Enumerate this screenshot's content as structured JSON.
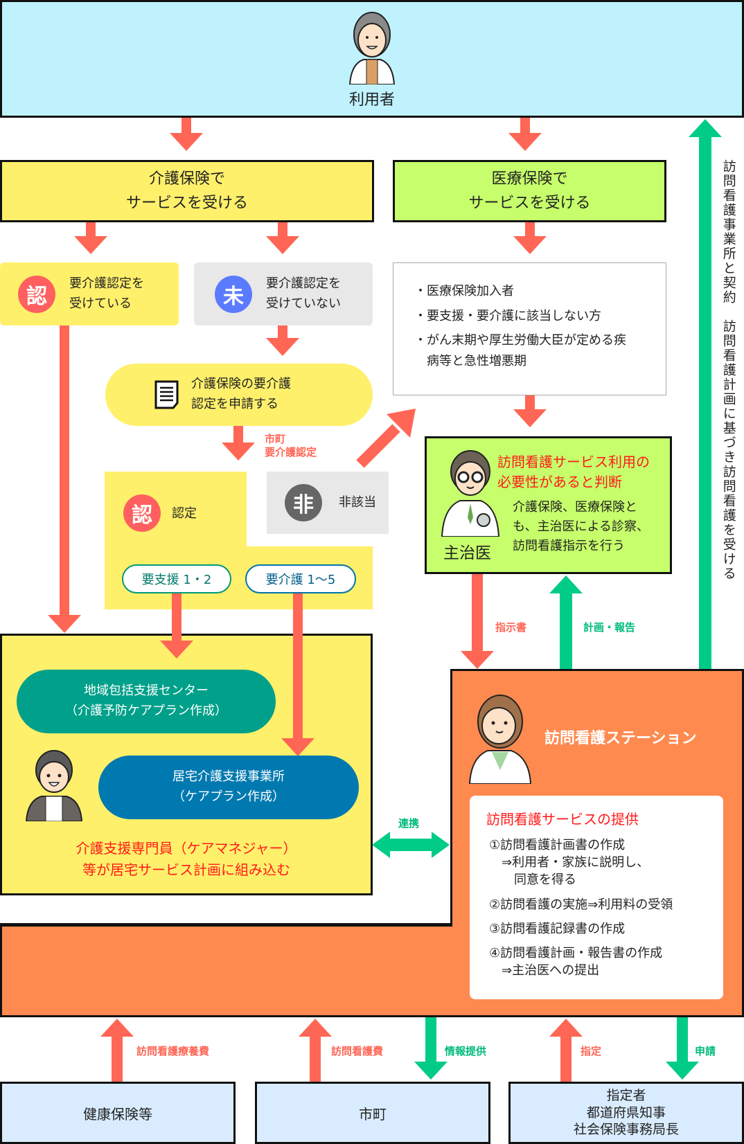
{
  "user": {
    "label": "利用者",
    "icon": "elderly-person-icon",
    "bg": "#bff2fd"
  },
  "kaigo": {
    "title_line1": "介護保険で",
    "title_line2": "サービスを受ける",
    "bg": "#fff06b"
  },
  "iryo": {
    "title_line1": "医療保険で",
    "title_line2": "サービスを受ける",
    "bg": "#c6ff6b"
  },
  "certified": {
    "badge": "認",
    "line1": "要介護認定を",
    "line2": "受けている",
    "badge_color": "#ff5f5f"
  },
  "not_certified": {
    "badge": "未",
    "line1": "要介護認定を",
    "line2": "受けていない",
    "badge_color": "#5b7bff"
  },
  "apply": {
    "line1": "介護保険の要介護",
    "line2": "認定を申請する",
    "icon": "document-icon"
  },
  "municipal_cert_label": {
    "line1": "市町",
    "line2": "要介護認定"
  },
  "approved": {
    "badge": "認",
    "label": "認定"
  },
  "not_applicable": {
    "badge": "非",
    "label": "非該当",
    "badge_color": "#666666"
  },
  "levels": {
    "support": "要支援 1・2",
    "care": "要介護 1〜5",
    "support_color": "#00997a",
    "care_color": "#0073a8"
  },
  "iryo_conditions": [
    "・医療保険加入者",
    "・要支援・要介護に該当しない方",
    "・がん末期や厚生労働大臣が定める疾",
    "　病等と急性増悪期"
  ],
  "doctor": {
    "heading_line1": "訪問看護サービス利用の",
    "heading_line2": "必要性があると判断",
    "desc_line1": "介護保険、医療保険と",
    "desc_line2": "も、主治医による診察、",
    "desc_line3": "訪問看護指示を行う",
    "label": "主治医",
    "icon": "doctor-icon"
  },
  "arrows": {
    "instruction": "指示書",
    "plan_report": "計画・報告",
    "cooperation": "連携",
    "contract_text": "訪問看護事業所と契約　訪問看護計画に基づき訪問看護を受ける"
  },
  "care_box": {
    "center1_line1": "地域包括支援センター",
    "center1_line2": "（介護予防ケアプラン作成）",
    "center2_line1": "居宅介護支援事業所",
    "center2_line2": "（ケアプラン作成）",
    "footer_line1": "介護支援専門員（ケアマネジャー）",
    "footer_line2": "等が居宅サービス計画に組み込む",
    "icon": "care-manager-icon"
  },
  "station": {
    "title": "訪問看護ステーション",
    "icon": "nurse-icon",
    "bg": "#ff8a50",
    "services_title": "訪問看護サービスの提供",
    "services": [
      "①訪問看護計画書の作成",
      "　⇒利用者・家族に説明し、",
      "　　同意を得る",
      "②訪問看護の実施⇒利用料の受領",
      "③訪問看護記録書の作成",
      "④訪問看護計画・報告書の作成",
      "　⇒主治医への提出"
    ]
  },
  "bottom": {
    "insurers": "健康保険等",
    "municipality": "市町",
    "designator_line1": "指定者",
    "designator_line2": "都道府県知事",
    "designator_line3": "社会保険事務局長",
    "fee_medical": "訪問看護療養費",
    "fee_care": "訪問看護費",
    "info": "情報提供",
    "designation": "指定",
    "application": "申請",
    "bg": "#d9ecff"
  }
}
